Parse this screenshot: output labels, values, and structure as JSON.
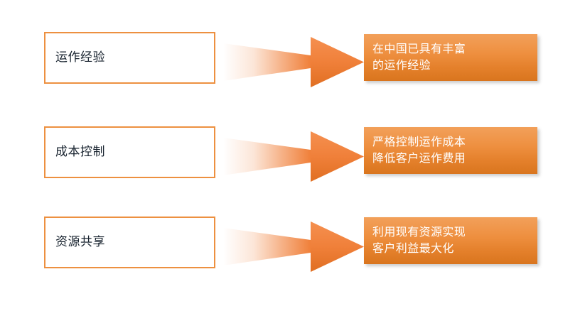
{
  "slide": {
    "background_color": "#FFFFFF",
    "accent_color": "#ED9040",
    "arrow_color": "#F0803A",
    "callout_text_color": "#FFFFFF",
    "label_text_color": "#18232F"
  },
  "rows": [
    {
      "label": "运作经验",
      "arrow_icon": "right-arrow-icon",
      "callout": "在中国已具有丰富\n的运作经验"
    },
    {
      "label": "成本控制",
      "arrow_icon": "right-arrow-icon",
      "callout": "严格控制运作成本\n降低客户运作费用"
    },
    {
      "label": "资源共享",
      "arrow_icon": "right-arrow-icon",
      "callout": "利用现有资源实现\n客户利益最大化"
    }
  ]
}
